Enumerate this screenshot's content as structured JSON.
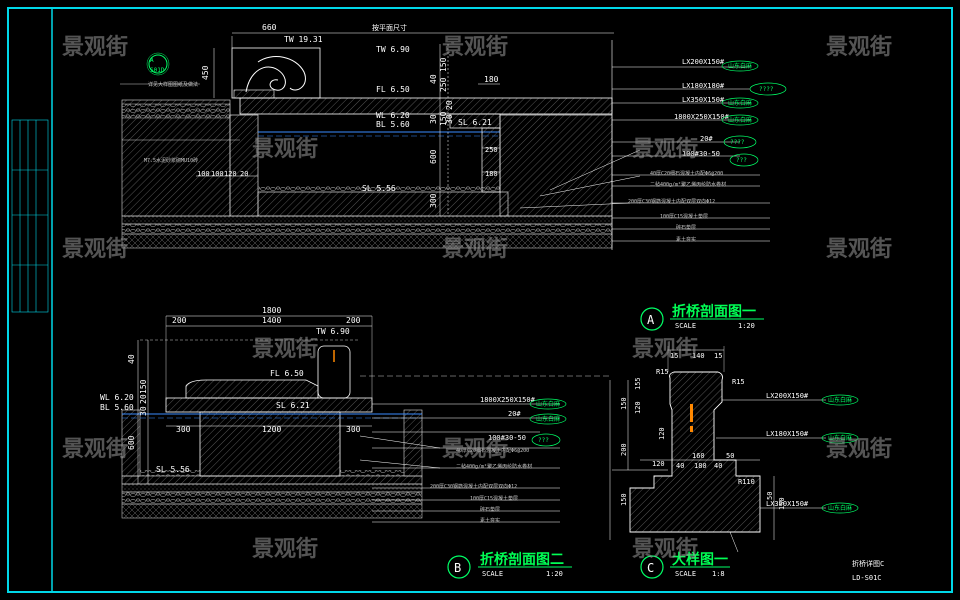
{
  "watermark": "景观街",
  "section_a": {
    "marker": "A",
    "title": "折桥剖面图一",
    "scale_label": "SCALE",
    "scale": "1:20",
    "plan_note": "按平面尺寸",
    "dims_top": [
      "660",
      "180"
    ],
    "dims_left": [
      "450"
    ],
    "dims_vertical": [
      "40",
      "250",
      "150",
      "30",
      "600",
      "300",
      "150",
      "30",
      "20"
    ],
    "dims_bottom": [
      "100",
      "100",
      "120",
      "20",
      "250",
      "180"
    ],
    "elevations": [
      "TW 19.31",
      "TW 6.90",
      "FL 6.50",
      "WL 6.20",
      "BL 5.60",
      "SL 6.21",
      "SL 5.56"
    ],
    "callout_ref": "S01D",
    "left_notes": [
      "M7.5水泥砂浆砌MU10砖",
      "详见大样图图纸及做法"
    ],
    "labels": [
      {
        "text": "LX200X150#",
        "tag": "山东白麻"
      },
      {
        "text": "LX180X180#",
        "tag": "????"
      },
      {
        "text": "LX350X150#",
        "tag": "山东白麻"
      },
      {
        "text": "1800X250X150#",
        "tag": "山东白麻"
      },
      {
        "text": "20#",
        "tag": "????"
      },
      {
        "text": "100#30-50",
        "tag": "???"
      },
      {
        "text": "40厚C20细石混凝土内配Φ6@200",
        "tag": ""
      },
      {
        "text": "二毡400g/m²聚乙烯丙纶防水卷材",
        "tag": ""
      },
      {
        "text": "200厚C30钢筋混凝土内配双层双向Φ12",
        "tag": ""
      },
      {
        "text": "100厚C15混凝土垫层",
        "tag": ""
      },
      {
        "text": "碎石垫层",
        "tag": ""
      },
      {
        "text": "素土夯实",
        "tag": ""
      }
    ]
  },
  "section_b": {
    "marker": "B",
    "title": "折桥剖面图二",
    "scale_label": "SCALE",
    "scale": "1:20",
    "dims_top": [
      "1800",
      "200",
      "1400",
      "200"
    ],
    "dims_mid": [
      "300",
      "1200",
      "300"
    ],
    "dims_vertical": [
      "40",
      "150",
      "600",
      "30",
      "20"
    ],
    "elevations": [
      "TW 6.90",
      "FL 6.50",
      "WL 6.20",
      "BL 5.60",
      "SL 6.21",
      "SL 5.56"
    ],
    "labels": [
      {
        "text": "1800X250X150#",
        "tag": "山东白麻"
      },
      {
        "text": "20#",
        "tag": "山东白麻"
      },
      {
        "text": "100#30-50",
        "tag": "???"
      },
      {
        "text": "40厚C20细石混凝土内配Φ6@200",
        "tag": ""
      },
      {
        "text": "二毡400g/m²聚乙烯丙纶防水卷材",
        "tag": ""
      },
      {
        "text": "200厚C30钢筋混凝土内配双层双向Φ12",
        "tag": ""
      },
      {
        "text": "100厚C15混凝土垫层",
        "tag": ""
      },
      {
        "text": "碎石垫层",
        "tag": ""
      },
      {
        "text": "素土夯实",
        "tag": ""
      }
    ]
  },
  "section_c": {
    "marker": "C",
    "title": "大样图一",
    "scale_label": "SCALE",
    "scale": "1:8",
    "dims_top": [
      "15",
      "140",
      "15"
    ],
    "dims_h": [
      "120",
      "160",
      "50",
      "40",
      "180",
      "40"
    ],
    "dims_v": [
      "155",
      "150",
      "120",
      "120",
      "200",
      "150",
      "150",
      "50"
    ],
    "radii": [
      "R15",
      "R15",
      "R110"
    ],
    "labels": [
      {
        "text": "LX200X150#",
        "tag": "山东白麻"
      },
      {
        "text": "LX180X150#",
        "tag": "山东白麻"
      },
      {
        "text": "LX350X150#",
        "tag": "山东白麻"
      }
    ]
  },
  "footer": {
    "sheet_name": "折桥详图C",
    "sheet_no": "LD-S01C"
  },
  "colors": {
    "frame": "#00d8e8",
    "line": "#ffffff",
    "hatch": "#8a8a8a",
    "water": "#3a8cff",
    "text_green": "#00ff66",
    "accent": "#ff8800"
  }
}
